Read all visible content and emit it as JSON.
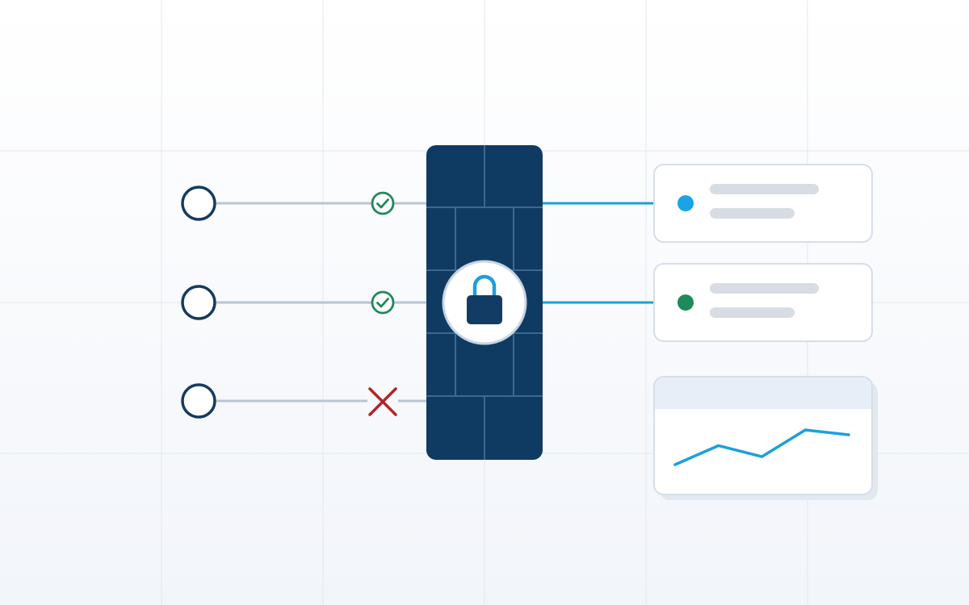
{
  "colors": {
    "navy": "#123c63",
    "wall": "#0f3b62",
    "mortar": "#3d6790",
    "client_ring": "#153a5f",
    "line_gray": "#b9c5d3",
    "line_blue": "#1aa0dd",
    "allowed": "#21875a",
    "blocked": "#b32424",
    "card_border": "#d6dfe8",
    "placeholder": "#d8dde4",
    "status_blue": "#1ba3e8",
    "status_green": "#1f8a5b",
    "header_fill": "#e7eef7",
    "grid": "#e3e8ef"
  },
  "clients": [
    {
      "status": "allowed",
      "icon": "check-circle-icon"
    },
    {
      "status": "allowed",
      "icon": "check-circle-icon"
    },
    {
      "status": "blocked",
      "icon": "x-icon"
    }
  ],
  "firewall": {
    "icon": "lock-icon"
  },
  "services": [
    {
      "type": "status-card",
      "dot_color": "#1ba3e8"
    },
    {
      "type": "status-card",
      "dot_color": "#1f8a5b"
    },
    {
      "type": "chart-card",
      "trend_values": [
        0,
        0.55,
        0.23,
        1,
        0.86
      ]
    }
  ]
}
